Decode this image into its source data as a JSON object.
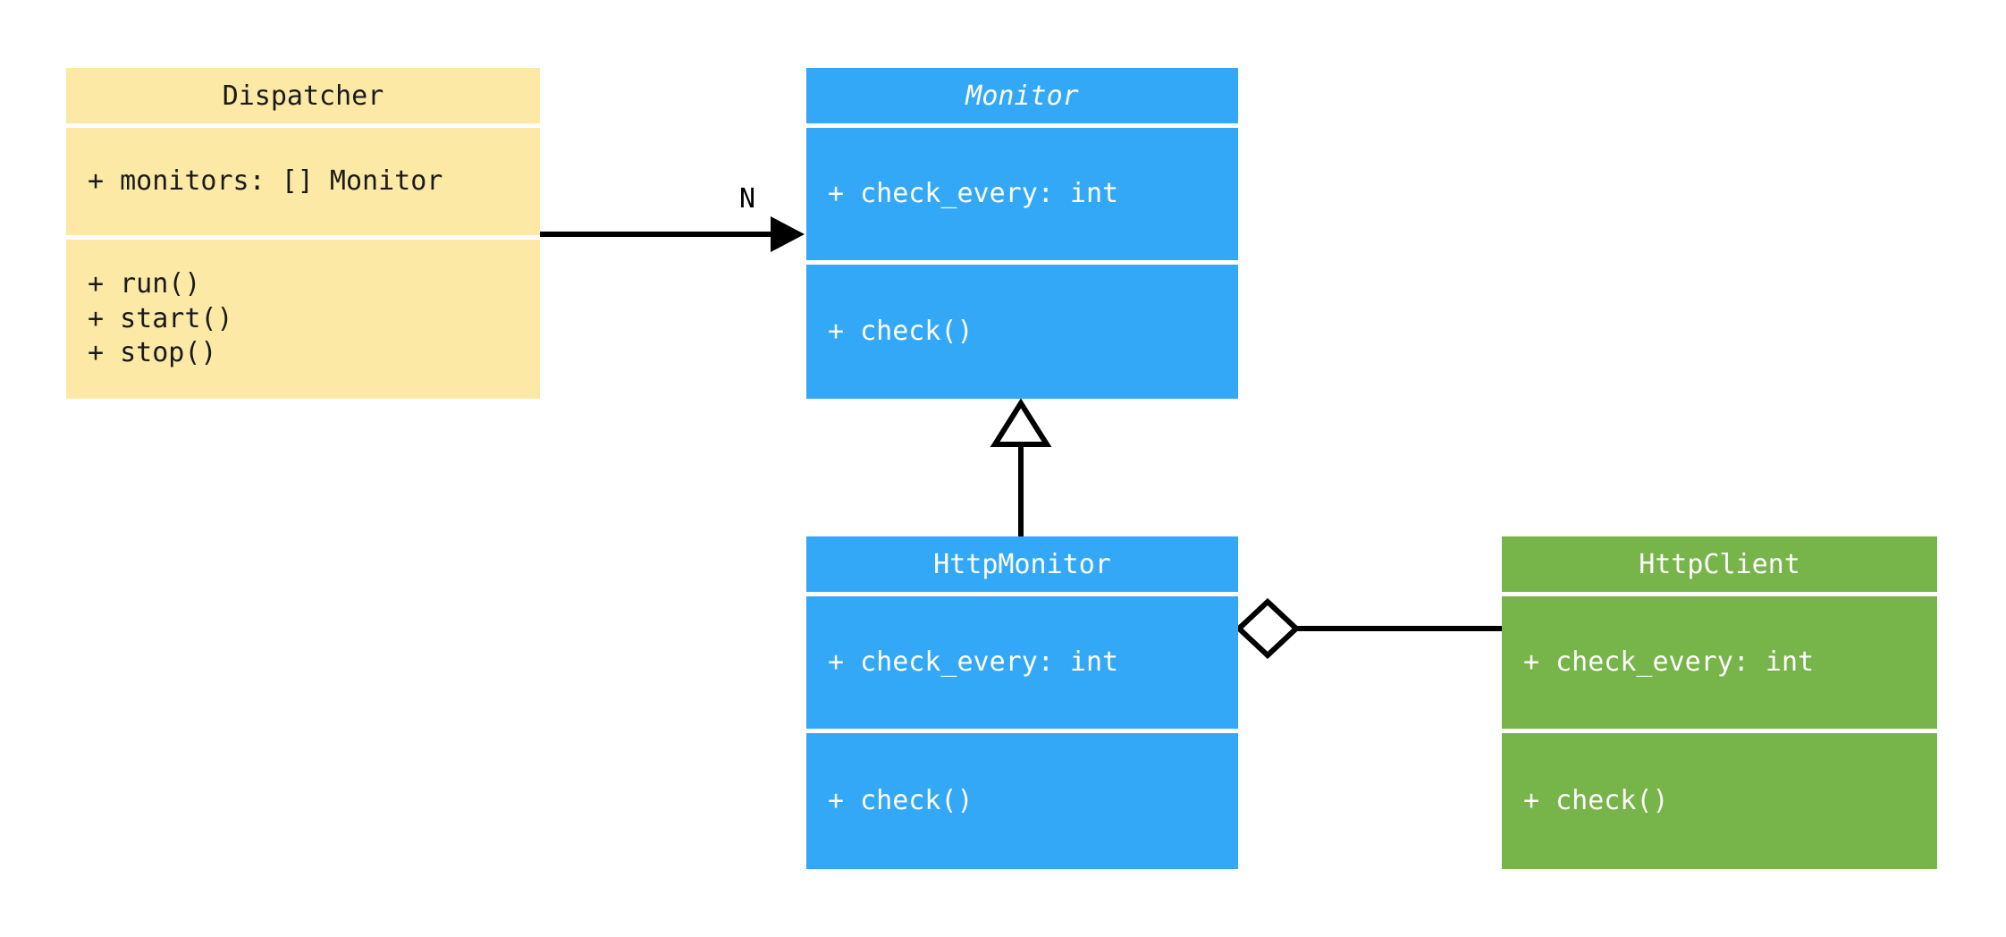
{
  "diagram": {
    "kind": "uml-class-diagram",
    "background": "#ffffff",
    "palette": {
      "yellow": "#fce9a6",
      "blue": "#33a8f7",
      "green": "#77b44a",
      "line": "#000000",
      "dark_text": "#1a1a1a",
      "light_text": "#ffffff"
    },
    "classes": {
      "dispatcher": {
        "name": "Dispatcher",
        "abstract": false,
        "color": "#fce9a6",
        "attributes": [
          "+ monitors: [] Monitor"
        ],
        "methods": [
          "+ run()",
          "+ start()",
          "+ stop()"
        ],
        "attributes_text": "+ monitors: [] Monitor",
        "methods_text": "+ run()\n+ start()\n+ stop()"
      },
      "monitor": {
        "name": "Monitor",
        "abstract": true,
        "color": "#33a8f7",
        "attributes": [
          "+ check_every: int"
        ],
        "methods": [
          "+ check()"
        ],
        "attributes_text": "+ check_every: int",
        "methods_text": "+ check()"
      },
      "http_monitor": {
        "name": "HttpMonitor",
        "abstract": false,
        "color": "#33a8f7",
        "attributes": [
          "+ check_every: int"
        ],
        "methods": [
          "+ check()"
        ],
        "attributes_text": "+ check_every: int",
        "methods_text": "+ check()"
      },
      "http_client": {
        "name": "HttpClient",
        "abstract": false,
        "color": "#77b44a",
        "attributes": [
          "+ check_every: int"
        ],
        "methods": [
          "+ check()"
        ],
        "attributes_text": "+ check_every: int",
        "methods_text": "+ check()"
      }
    },
    "relations": [
      {
        "id": "dispatcher-to-monitor",
        "type": "association",
        "arrowhead": "filled-triangle",
        "from": "Dispatcher",
        "to": "Monitor",
        "label": "N"
      },
      {
        "id": "httpmonitor-to-monitor",
        "type": "generalization",
        "arrowhead": "hollow-triangle",
        "from": "HttpMonitor",
        "to": "Monitor",
        "label": ""
      },
      {
        "id": "httpmonitor-aggregates-httpclient",
        "type": "aggregation",
        "arrowhead": "hollow-diamond",
        "from": "HttpMonitor",
        "to": "HttpClient",
        "label": ""
      }
    ],
    "edge_labels": {
      "multiplicity_n": "N"
    }
  }
}
